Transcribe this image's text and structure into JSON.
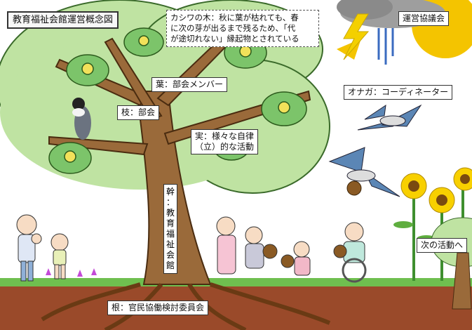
{
  "title": "教育福祉会館運営概念図",
  "note": {
    "line1": "カシワの木：秋に葉が枯れても、春",
    "line2": "に次の芽が出るまで残るため、「代",
    "line3": "が途切れない」縁起物とされている"
  },
  "labels": {
    "leaves": "葉：部会メンバー",
    "branches": "枝：部会",
    "fruit_line1": "実：様々な自律",
    "fruit_line2": "（立）的な活動",
    "trunk": "幹：教育福祉会館",
    "roots": "根：官民協働検討委員会",
    "council": "運営協議会",
    "bird": "オナガ：コーディネーター",
    "next": "次の活動へ"
  },
  "colors": {
    "canopy": "#bfe3a2",
    "leaf": "#7cc46a",
    "trunk": "#9a6a3a",
    "soil": "#9a4a2a",
    "grass": "#6fbf4f",
    "sun": "#f4c400",
    "cloud": "#9e9e9e",
    "bird_wing": "#5b86b5"
  }
}
